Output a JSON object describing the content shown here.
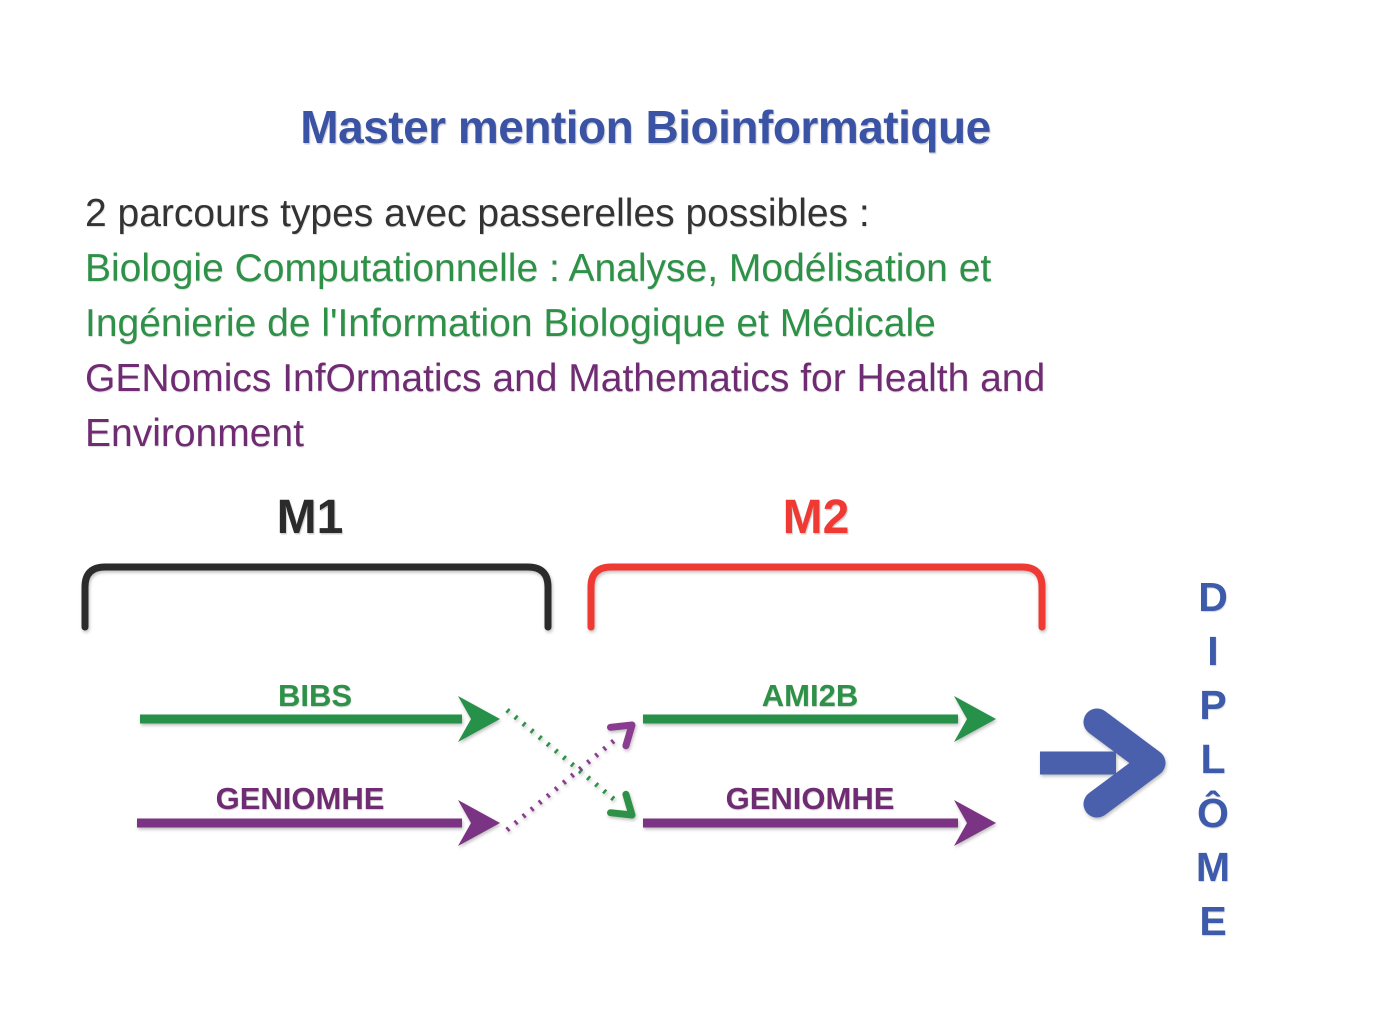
{
  "title": "Master mention Bioinformatique",
  "intro": {
    "lines": [
      {
        "text": "2 parcours types avec passerelles possibles :",
        "color": "black"
      },
      {
        "text": "Biologie Computationnelle : Analyse, Modélisation et",
        "color": "green"
      },
      {
        "text": "Ingénierie de l'Information Biologique et Médicale",
        "color": "green"
      },
      {
        "text": "GENomics InfOrmatics and Mathematics for Health and",
        "color": "purple"
      },
      {
        "text": "Environment",
        "color": "purple"
      }
    ]
  },
  "diagram": {
    "m1_label": "M1",
    "m2_label": "M2",
    "m1_tracks": [
      {
        "label": "BIBS",
        "color": "green"
      },
      {
        "label": "GENIOMHE",
        "color": "purple"
      }
    ],
    "m2_tracks": [
      {
        "label": "AMI2B",
        "color": "green"
      },
      {
        "label": "GENIOMHE",
        "color": "purple"
      }
    ],
    "crossover": "passerelles (dotted arrows crossing between M1 and M2 tracks)",
    "diploma": {
      "word": "DIPLÔME",
      "letters": [
        "D",
        "I",
        "P",
        "L",
        "Ô",
        "M",
        "E"
      ]
    }
  },
  "colors": {
    "title_blue": "#3a53a5",
    "diploma_blue": "#3e5bab",
    "big_arrow_blue": "#4a60ac",
    "green_text": "#2e9148",
    "green_arrow": "#27914a",
    "purple_text": "#6f2c72",
    "purple_arrow": "#7b3383",
    "dotted_purple": "#8a3d90",
    "red": "#ee3a33",
    "black_text": "#333333",
    "bracket_black": "#2b2b2b"
  }
}
